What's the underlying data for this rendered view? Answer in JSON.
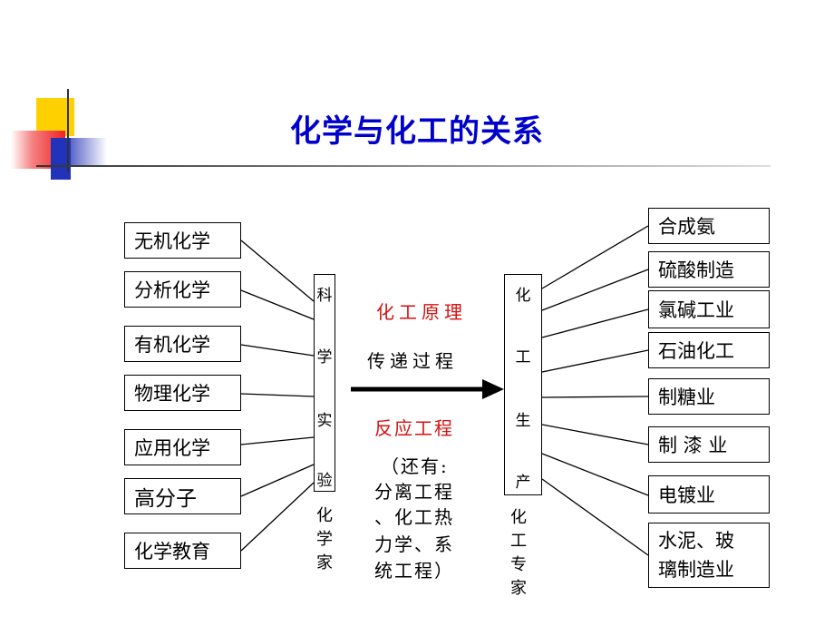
{
  "title": "化学与化工的关系",
  "colors": {
    "title": "#0000cc",
    "highlight": "#d81010",
    "deco_yellow": "#ffd000",
    "deco_red": "#ee2222",
    "deco_blue": "#2233bb"
  },
  "left_items": [
    "无机化学",
    "分析化学",
    "有机化学",
    "物理化学",
    "应用化学",
    "高分子",
    "化学教育"
  ],
  "right_items": [
    "合成氨",
    "硫酸制造",
    "氯碱工业",
    "石油化工",
    "制糖业",
    "制 漆 业",
    "电镀业",
    "水泥、玻\n璃制造业"
  ],
  "left_center": {
    "chars": [
      "科",
      "学",
      "实",
      "验"
    ],
    "caption": "化\n学\n家"
  },
  "right_center": {
    "chars": [
      "化",
      "工",
      "生",
      "产"
    ],
    "caption": "化\n工\n专\n家"
  },
  "middle": {
    "line1": "化工原理",
    "line2": "传递过程",
    "line3": "反应工程",
    "note": [
      "（还有:",
      "分离工程",
      "、化工热",
      "力学、系",
      "统工程）"
    ]
  }
}
